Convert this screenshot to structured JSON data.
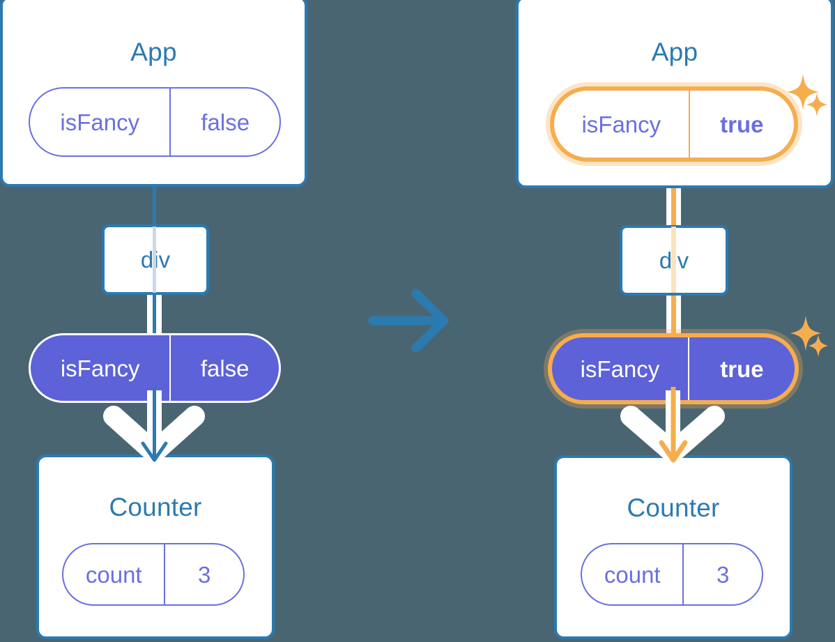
{
  "diagram": {
    "title": "React state propagation before and after isFancy changes",
    "background_color": "#4a6572",
    "transition_icon": "right-arrow-icon",
    "accent_colors": {
      "component_blue": "#2b7ab0",
      "prop_purple": "#5d62d8",
      "state_purple": "#6b6fe0",
      "highlight_orange": "#f6ad4e",
      "white": "#ffffff"
    }
  },
  "before": {
    "app": {
      "title": "App",
      "state": {
        "name": "isFancy",
        "value": "false"
      }
    },
    "div": {
      "label": "div"
    },
    "props": {
      "name": "isFancy",
      "value": "false"
    },
    "counter": {
      "title": "Counter",
      "state": {
        "name": "count",
        "value": "3"
      }
    }
  },
  "after": {
    "app": {
      "title": "App",
      "state": {
        "name": "isFancy",
        "value": "true"
      }
    },
    "div": {
      "label": "div"
    },
    "props": {
      "name": "isFancy",
      "value": "true"
    },
    "counter": {
      "title": "Counter",
      "state": {
        "name": "count",
        "value": "3"
      }
    },
    "sparkles": [
      "sparkle-large-icon",
      "sparkle-small-icon"
    ]
  }
}
